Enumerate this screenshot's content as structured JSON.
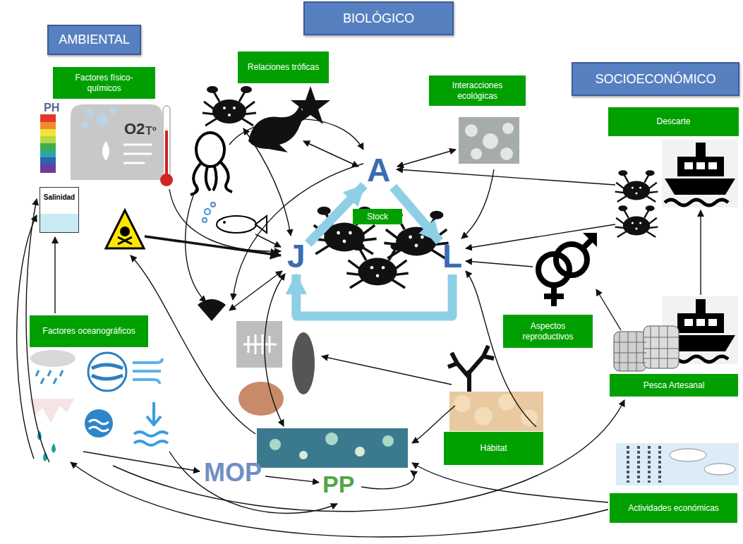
{
  "diagram": {
    "nodes": [
      {
        "text": [
          "AMBIENTAL"
        ]
      },
      {
        "text": [
          "BIOLÓGICO"
        ]
      },
      {
        "text": [
          "SOCIOECONÓMICO"
        ]
      },
      {
        "text": [
          "Factores físico-químicos"
        ]
      },
      {
        "text": [
          "Relaciones tróficas"
        ]
      },
      {
        "text": [
          "Interacciones ecológicas"
        ]
      },
      {
        "text": [
          "Descarte"
        ]
      },
      {
        "text": [
          "A"
        ]
      },
      {
        "text": [
          "Salinidad"
        ]
      },
      {
        "text": [
          "Stock"
        ]
      },
      {
        "text": [
          "J"
        ]
      },
      {
        "text": [
          "L"
        ]
      },
      {
        "text": [
          "Factores oceanográficos"
        ]
      },
      {
        "text": [
          "Aspectos reproductivos"
        ]
      },
      {
        "text": [
          "Pesca Artesanal"
        ]
      },
      {
        "text": [
          "Hábitat"
        ]
      },
      {
        "text": [
          "MOP"
        ]
      },
      {
        "text": [
          "PP"
        ]
      },
      {
        "text": [
          "Actividades económicas"
        ]
      }
    ],
    "edges": [
      {
        "from": 10,
        "to": 7,
        "arrow": "to"
      },
      {
        "from": 7,
        "to": 11,
        "arrow": "to"
      },
      {
        "from": 11,
        "to": 10,
        "arrow": "to"
      },
      {
        "from": 16,
        "to": 17,
        "arrow": "to"
      }
    ],
    "labels": [
      "PH",
      "O2",
      "Tº"
    ]
  }
}
